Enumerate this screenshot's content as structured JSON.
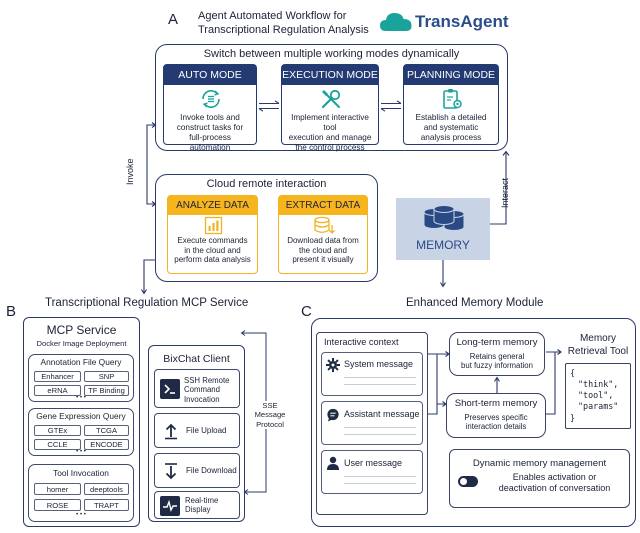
{
  "section_a": {
    "letter": "A",
    "title_line1": "Agent Automated Workflow for",
    "title_line2": "Transcriptional Regulation Analysis",
    "brand": "TransAgent"
  },
  "modes_panel": {
    "title": "Switch between multiple working modes dynamically",
    "modes": [
      {
        "label": "AUTO MODE",
        "desc": [
          "Invoke tools and",
          "construct tasks for",
          "full-process automation"
        ]
      },
      {
        "label": "EXECUTION MODE",
        "desc": [
          "Implement interactive tool",
          "execution and manage",
          "the control process"
        ]
      },
      {
        "label": "PLANNING MODE",
        "desc": [
          "Establish a detailed",
          "and systematic",
          "analysis process"
        ]
      }
    ]
  },
  "invoke_label": "Invoke",
  "interact_label": "Interact",
  "cloud_panel": {
    "title": "Cloud remote interaction",
    "cards": [
      {
        "label": "ANALYZE DATA",
        "desc": [
          "Execute commands",
          "in the cloud and",
          "perform data analysis"
        ]
      },
      {
        "label": "EXTRACT DATA",
        "desc": [
          "Download data from",
          "the cloud and",
          "present it visually"
        ]
      }
    ]
  },
  "memory_label": "MEMORY",
  "section_b": {
    "letter": "B",
    "title": "Transcriptional Regulation MCP Service",
    "mcp_title": "MCP Service",
    "mcp_subtitle": "Docker Image Deployment",
    "groups": [
      {
        "title": "Annotation File Query",
        "items": [
          "Enhancer",
          "SNP",
          "eRNA",
          "TF Binding"
        ]
      },
      {
        "title": "Gene Expression Query",
        "items": [
          "GTEx",
          "TCGA",
          "CCLE",
          "ENCODE"
        ]
      },
      {
        "title": "Tool Invocation",
        "items": [
          "homer",
          "deeptools",
          "ROSE",
          "TRAPT"
        ]
      }
    ],
    "more": "• • •",
    "client_title": "BixChat Client",
    "client_items": [
      [
        "SSH Remote",
        "Command",
        "Invocation"
      ],
      [
        "File Upload"
      ],
      [
        "File Download"
      ],
      [
        "Real-time",
        "Display"
      ]
    ],
    "protocol": [
      "SSE",
      "Message",
      "Protocol"
    ]
  },
  "section_c": {
    "letter": "C",
    "title": "Enhanced Memory Module",
    "context_title": "Interactive context",
    "messages": [
      "System message",
      "Assistant message",
      "User message"
    ],
    "long_term": {
      "title": "Long-term memory",
      "desc": [
        "Retains general",
        "but fuzzy information"
      ]
    },
    "short_term": {
      "title": "Short-term memory",
      "desc": [
        "Preserves specific",
        "interaction details"
      ]
    },
    "retrieval_title": [
      "Memory",
      "Retrieval Tool"
    ],
    "code_lines": [
      "{",
      "\"think\",",
      "\"tool\",",
      "\"params\"",
      "}"
    ],
    "dynamic": {
      "title": "Dynamic memory management",
      "desc": [
        "Enables activation or",
        "deactivation of conversation"
      ]
    }
  },
  "colors": {
    "navy": "#243a73",
    "gold": "#f7b51d",
    "memory_fill": "#c9d3e6",
    "teal": "#1aa39a",
    "brand_blue": "#2a4e8a"
  }
}
